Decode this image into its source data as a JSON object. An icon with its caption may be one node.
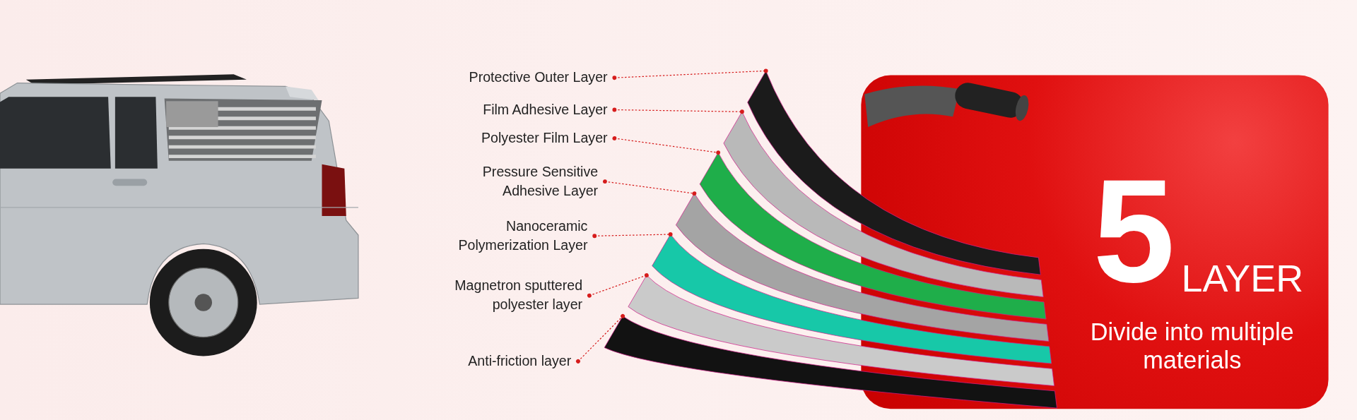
{
  "diagram": {
    "nodes": [
      {
        "text": [
          "Protective Outer Layer"
        ]
      },
      {
        "text": [
          "Film Adhesive Layer"
        ]
      },
      {
        "text": [
          "Polyester Film Layer"
        ]
      },
      {
        "text": [
          "Pressure Sensitive Adhesive Layer"
        ]
      },
      {
        "text": [
          "Nanoceramic Polymerization Layer"
        ]
      },
      {
        "text": [
          "Magnetron sputtered polyester layer"
        ]
      },
      {
        "text": [
          "Anti-friction layer"
        ]
      },
      {
        "text": [],
        "shape": "sheet"
      },
      {
        "text": [],
        "shape": "sheet"
      },
      {
        "text": [],
        "shape": "sheet"
      },
      {
        "text": [],
        "shape": "sheet"
      },
      {
        "text": [],
        "shape": "sheet"
      },
      {
        "text": [],
        "shape": "sheet"
      },
      {
        "text": [],
        "shape": "sheet"
      },
      {
        "text": [
          "5",
          "LAYER",
          "Divide into multiple materials"
        ]
      }
    ],
    "edges": [
      {
        "from": 0,
        "to": 7,
        "arrow": "other",
        "style": "dashed"
      },
      {
        "from": 1,
        "to": 8,
        "arrow": "other",
        "style": "dashed"
      },
      {
        "from": 2,
        "to": 9,
        "arrow": "other",
        "style": "dashed"
      },
      {
        "from": 3,
        "to": 10,
        "arrow": "other",
        "style": "dashed"
      },
      {
        "from": 4,
        "to": 11,
        "arrow": "other",
        "style": "dashed"
      },
      {
        "from": 5,
        "to": 12,
        "arrow": "other",
        "style": "dashed"
      },
      {
        "from": 6,
        "to": 13,
        "arrow": "other",
        "style": "dashed"
      }
    ]
  }
}
